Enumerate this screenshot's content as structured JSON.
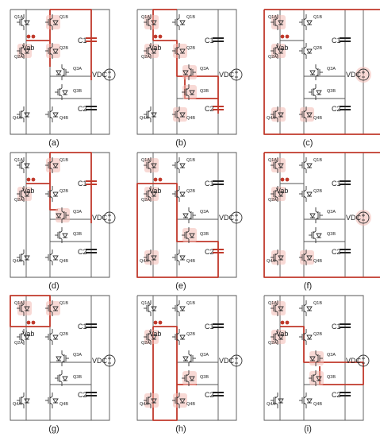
{
  "figure": {
    "panels": [
      {
        "caption": "(a)",
        "active": [
          "q1b",
          "q2a",
          "q2b",
          "c1"
        ],
        "path": "a"
      },
      {
        "caption": "(b)",
        "active": [
          "q1a",
          "q2a",
          "q2b",
          "q3a",
          "q3b",
          "q4b",
          "c2"
        ],
        "path": "b"
      },
      {
        "caption": "(c)",
        "active": [
          "q1a",
          "q2a",
          "q4a",
          "q4b",
          "vdc"
        ],
        "path": "c"
      },
      {
        "caption": "(d)",
        "active": [
          "q1b",
          "q2a",
          "q3a",
          "c1"
        ],
        "path": "d"
      },
      {
        "caption": "(e)",
        "active": [
          "q1a",
          "q2a",
          "q3b",
          "q4a",
          "c2"
        ],
        "path": "e"
      },
      {
        "caption": "(f)",
        "active": [
          "q1a",
          "q2a",
          "q4a",
          "q4b",
          "vdc"
        ],
        "path": "f"
      },
      {
        "caption": "(g)",
        "active": [
          "q1a",
          "q1b"
        ],
        "path": "g"
      },
      {
        "caption": "(h)",
        "active": [
          "q2a",
          "q3b",
          "q4a",
          "q4b"
        ],
        "path": "h"
      },
      {
        "caption": "(i)",
        "active": [
          "q1a",
          "q2a",
          "q3a",
          "q3b"
        ],
        "path": "i"
      }
    ],
    "labels": {
      "q1a": "Q1A",
      "q1b": "Q1B",
      "q2a": "Q2A",
      "q2b": "Q2B",
      "q3a": "Q3A",
      "q3b": "Q3B",
      "q4a": "Q4A",
      "q4b": "Q4B",
      "c1": "C1",
      "c2": "C2",
      "vab": "Vab",
      "vdc": "VDC"
    }
  },
  "colors": {
    "highlight": "#c0392b",
    "glow": "#f3b9b2",
    "wire": "#555555"
  }
}
